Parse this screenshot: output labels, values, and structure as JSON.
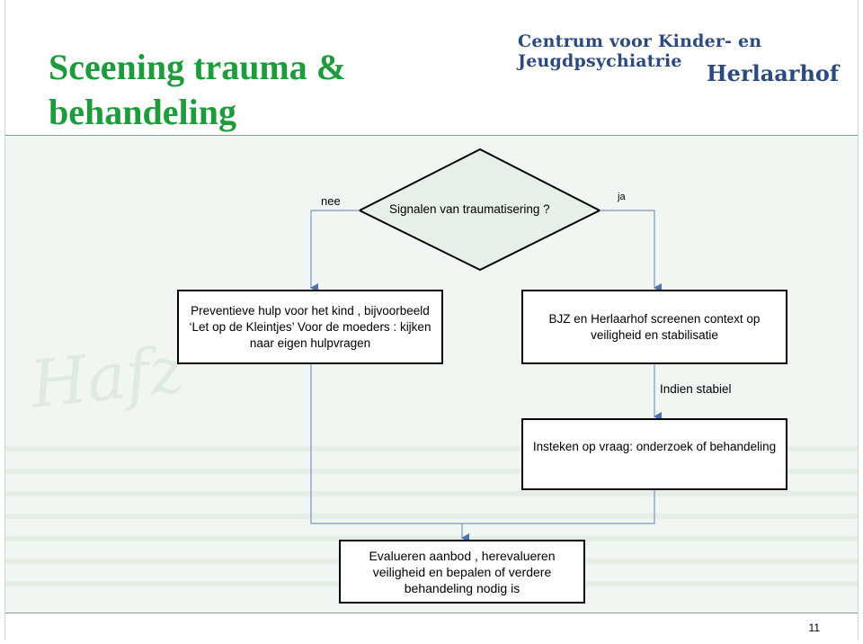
{
  "slide": {
    "title": "Sceening trauma & behandeling",
    "logo_line1": "Centrum voor Kinder- en Jeugdpsychiatrie",
    "logo_line2": "Herlaarhof",
    "watermark": "Hafz",
    "page_number": "11"
  },
  "flow": {
    "decision": "Signalen van traumatisering ?",
    "branch_no": "nee",
    "branch_yes": "ja",
    "box_left": "Preventieve hulp voor het kind , bijvoorbeeld ‘Let op de Kleintjes’ Voor de moeders : kijken naar eigen hulpvragen",
    "box_right": "BJZ en Herlaarhof screenen context op veiligheid en stabilisatie",
    "condition": "Indien stabiel",
    "box_research": "Insteken op vraag: onderzoek of behandeling",
    "box_evaluate": "Evalueren aanbod , herevalueren veiligheid en bepalen of verdere behandeling nodig is"
  },
  "colors": {
    "title": "#1f9a3c",
    "logo": "#2c4a7c",
    "connector": "#7a95c4",
    "background": "#f1f6f2"
  }
}
